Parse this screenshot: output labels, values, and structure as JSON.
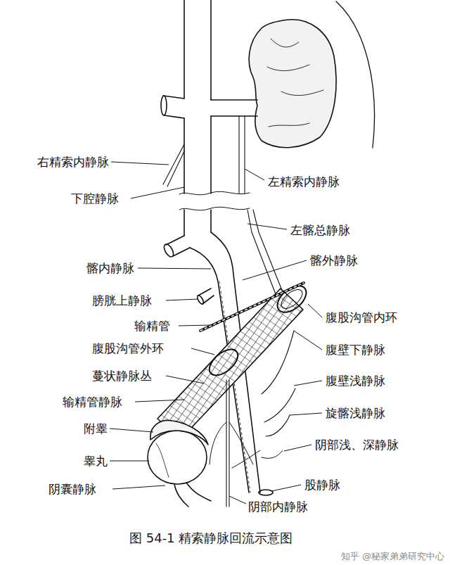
{
  "diagram": {
    "caption": "图 54-1  精索静脉回流示意图",
    "labels": [
      "右精索内静脉",
      "下腔静脉",
      "左精索内静脉",
      "左髂总静脉",
      "髂内静脉",
      "髂外静脉",
      "膀胱上静脉",
      "腹股沟管内环",
      "输精管",
      "腹股沟管外环",
      "腹壁下静脉",
      "蔓状静脉丛",
      "腹壁浅静脉",
      "输精管静脉",
      "旋髂浅静脉",
      "附睾",
      "阴部浅、深静脉",
      "睾丸",
      "股静脉",
      "阴囊静脉",
      "阴部内静脉",
      "知乎 @秘家弟弟研究中心"
    ]
  }
}
